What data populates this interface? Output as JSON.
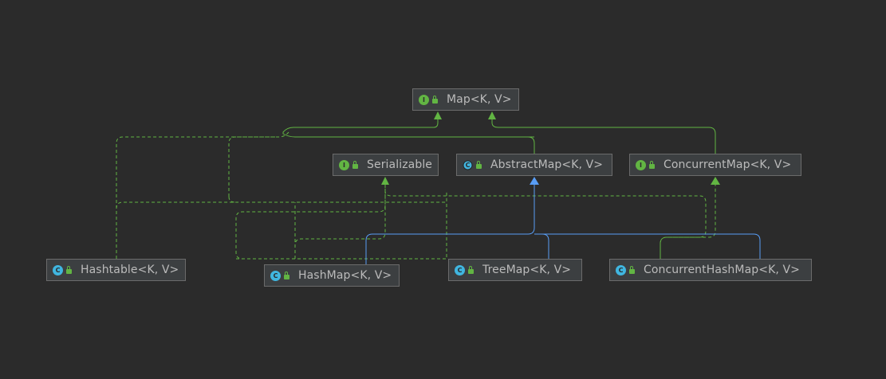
{
  "nodes": {
    "map": {
      "label": "Map<K, V>",
      "kind": "I"
    },
    "serializable": {
      "label": "Serializable",
      "kind": "I"
    },
    "abstract_map": {
      "label": "AbstractMap<K, V>",
      "kind": "C"
    },
    "concurrent_map": {
      "label": "ConcurrentMap<K, V>",
      "kind": "I"
    },
    "hashtable": {
      "label": "Hashtable<K, V>",
      "kind": "C"
    },
    "hash_map": {
      "label": "HashMap<K, V>",
      "kind": "C"
    },
    "tree_map": {
      "label": "TreeMap<K, V>",
      "kind": "C"
    },
    "concurrent_hash_map": {
      "label": "ConcurrentHashMap<K, V>",
      "kind": "C"
    }
  },
  "colors": {
    "background": "#2b2b2b",
    "implements_edge": "#62b543",
    "extends_edge": "#589df6",
    "interface_icon": "#62b543",
    "class_icon": "#40b6e0"
  }
}
